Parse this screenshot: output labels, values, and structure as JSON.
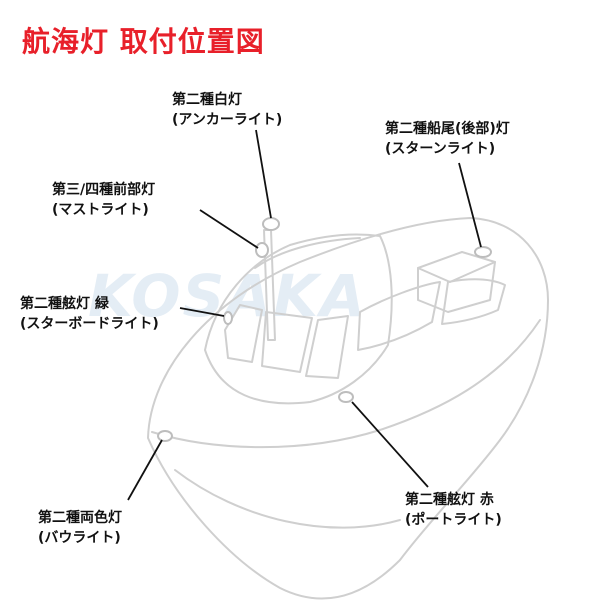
{
  "title": "航海灯 取付位置図",
  "watermark": "KOSAKA",
  "colors": {
    "title": "#e8202a",
    "outline": "#cfcfcf",
    "leader": "#111111",
    "watermark": "#e4edf5"
  },
  "labels": {
    "anchor": {
      "line1": "第二種白灯",
      "line2": "(アンカーライト)"
    },
    "stern": {
      "line1": "第二種船尾(後部)灯",
      "line2": "(スターンライト)"
    },
    "mast": {
      "line1": "第三/四種前部灯",
      "line2": "(マストライト)"
    },
    "starboard": {
      "line1": "第二種舷灯 緑",
      "line2": "(スターボードライト)"
    },
    "bow": {
      "line1": "第二種両色灯",
      "line2": "(バウライト)"
    },
    "port": {
      "line1": "第二種舷灯 赤",
      "line2": "(ポートライト)"
    }
  }
}
